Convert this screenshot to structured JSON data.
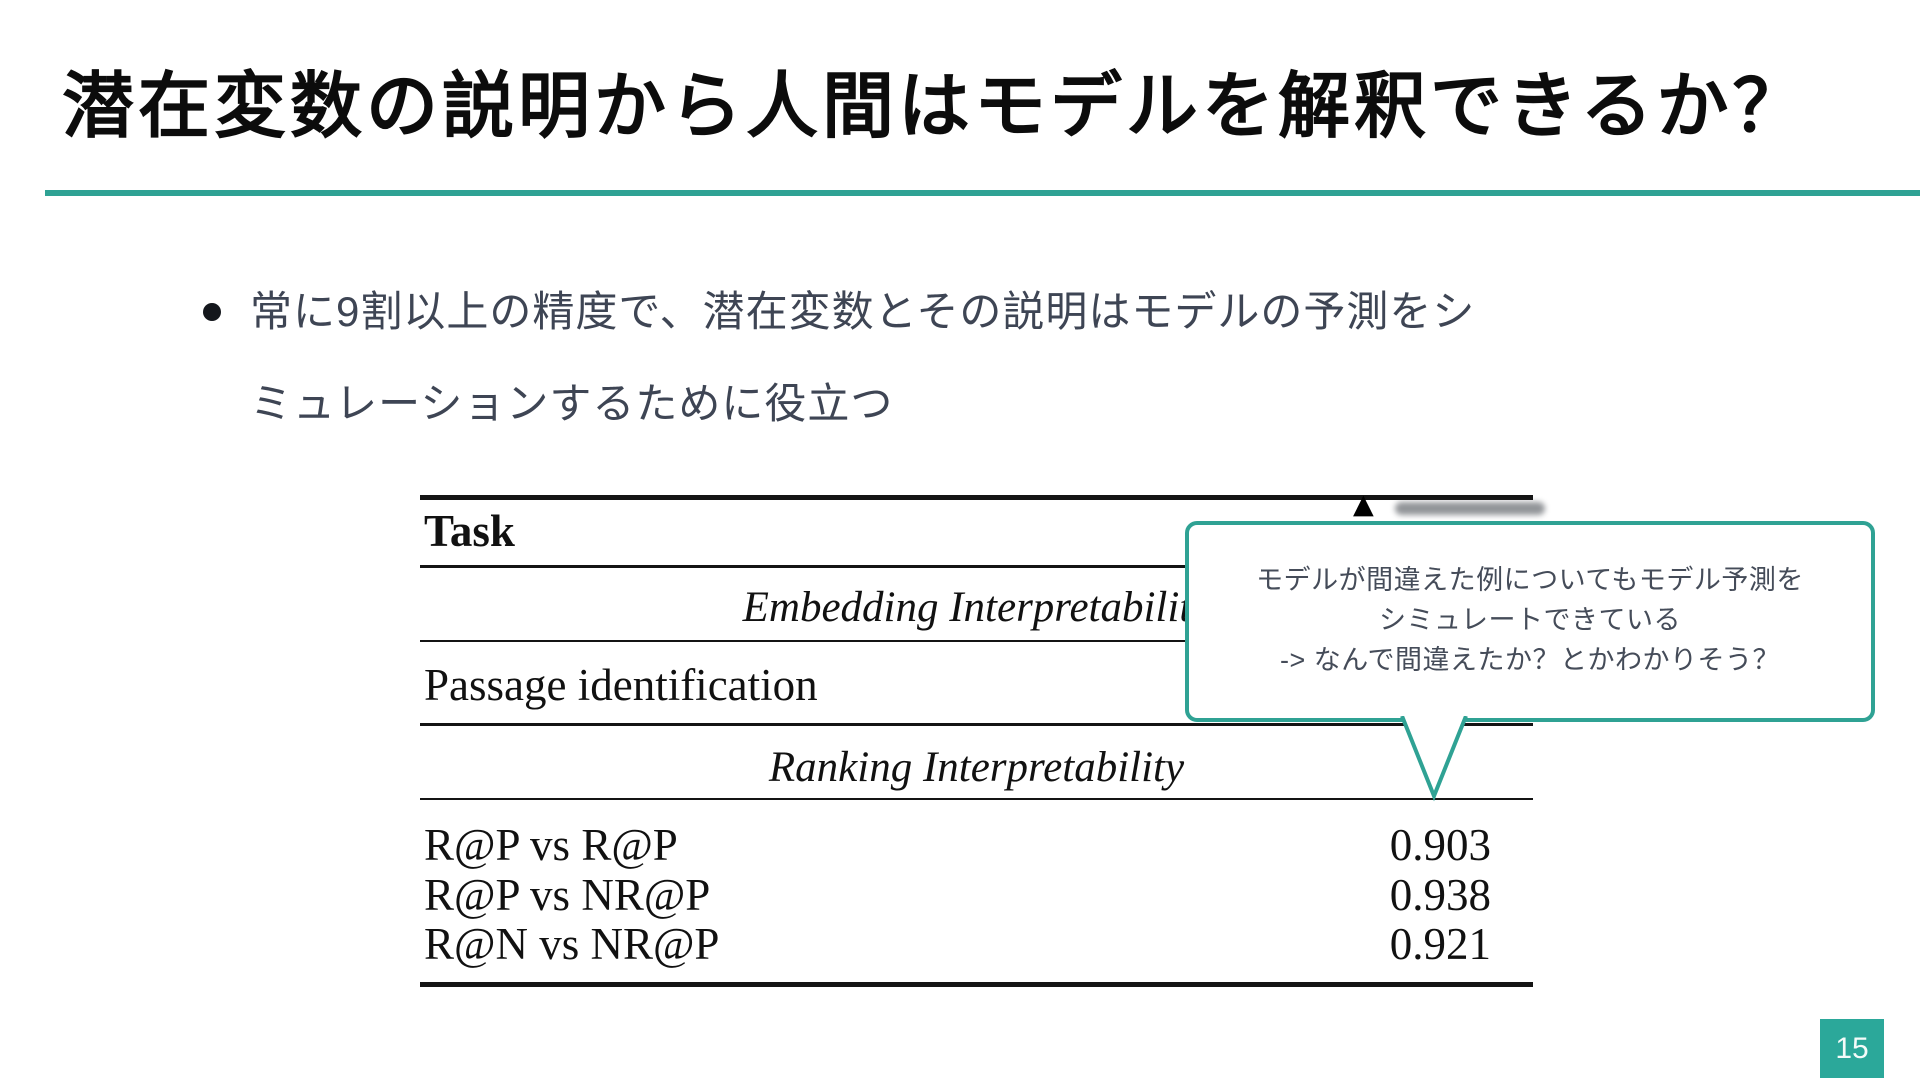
{
  "slide": {
    "title": "潜在変数の説明から人間はモデルを解釈できるか？",
    "page_number": "15",
    "colors": {
      "accent_teal": "#2fa294",
      "page_badge_teal": "#2ba89a",
      "body_text": "#3e4554",
      "table_text": "#111111"
    },
    "bullet": {
      "line1": "常に9割以上の精度で、潜在変数とその説明はモデルの予測をシ",
      "line2": "ミュレーションするために役立つ"
    },
    "callout": {
      "line1": "モデルが間違えた例についてもモデル予測を",
      "line2": "シミュレートできている",
      "line3": "-> なんで間違えたか？とかわかりそう？"
    },
    "table": {
      "header": "Task",
      "occluded_header_glyph": "▲",
      "sections": [
        {
          "title": "Embedding Interpretability",
          "rows": [
            {
              "label": "Passage identification",
              "value": ""
            }
          ]
        },
        {
          "title": "Ranking Interpretability",
          "rows": [
            {
              "label": "R@P vs R@P",
              "value": "0.903"
            },
            {
              "label": "R@P vs NR@P",
              "value": "0.938"
            },
            {
              "label": "R@N vs NR@P",
              "value": "0.921"
            }
          ]
        }
      ]
    }
  },
  "chart_data": {
    "type": "table",
    "title": "Task",
    "sections": [
      {
        "section": "Embedding Interpretability",
        "rows": [
          [
            "Passage identification",
            null
          ]
        ]
      },
      {
        "section": "Ranking Interpretability",
        "rows": [
          [
            "R@P vs R@P",
            0.903
          ],
          [
            "R@P vs NR@P",
            0.938
          ],
          [
            "R@N vs NR@P",
            0.921
          ]
        ]
      }
    ]
  }
}
